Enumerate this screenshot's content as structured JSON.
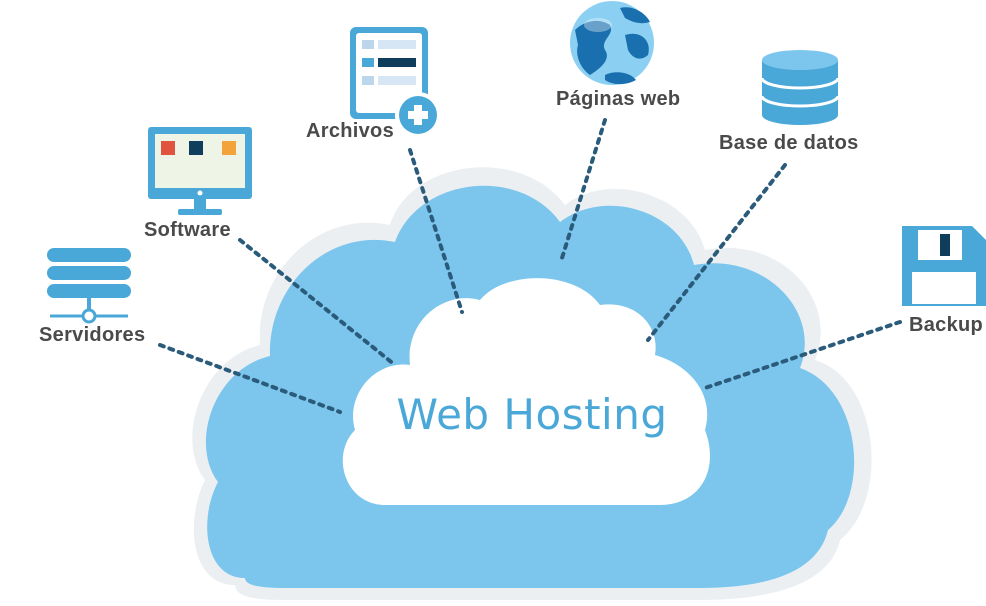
{
  "center": {
    "title": "Web Hosting"
  },
  "nodes": {
    "servidores": "Servidores",
    "software": "Software",
    "archivos": "Archivos",
    "paginas_web": "Páginas web",
    "base_de_datos": "Base de datos",
    "backup": "Backup"
  },
  "colors": {
    "cloud_light_blue": "#7cc6ee",
    "cloud_border": "#e8ecef",
    "inner_cloud": "#ffffff",
    "title_blue": "#4aa8d8",
    "connector_dots": "#2b5b7a",
    "label_gray": "#4a4a4a",
    "icon_blue": "#4aa8d8",
    "icon_dark": "#0f3d5c",
    "icon_red": "#e0533f",
    "icon_orange": "#f2a43a"
  },
  "icons": [
    "server-icon",
    "monitor-icon",
    "document-add-icon",
    "globe-icon",
    "database-icon",
    "floppy-disk-icon"
  ]
}
